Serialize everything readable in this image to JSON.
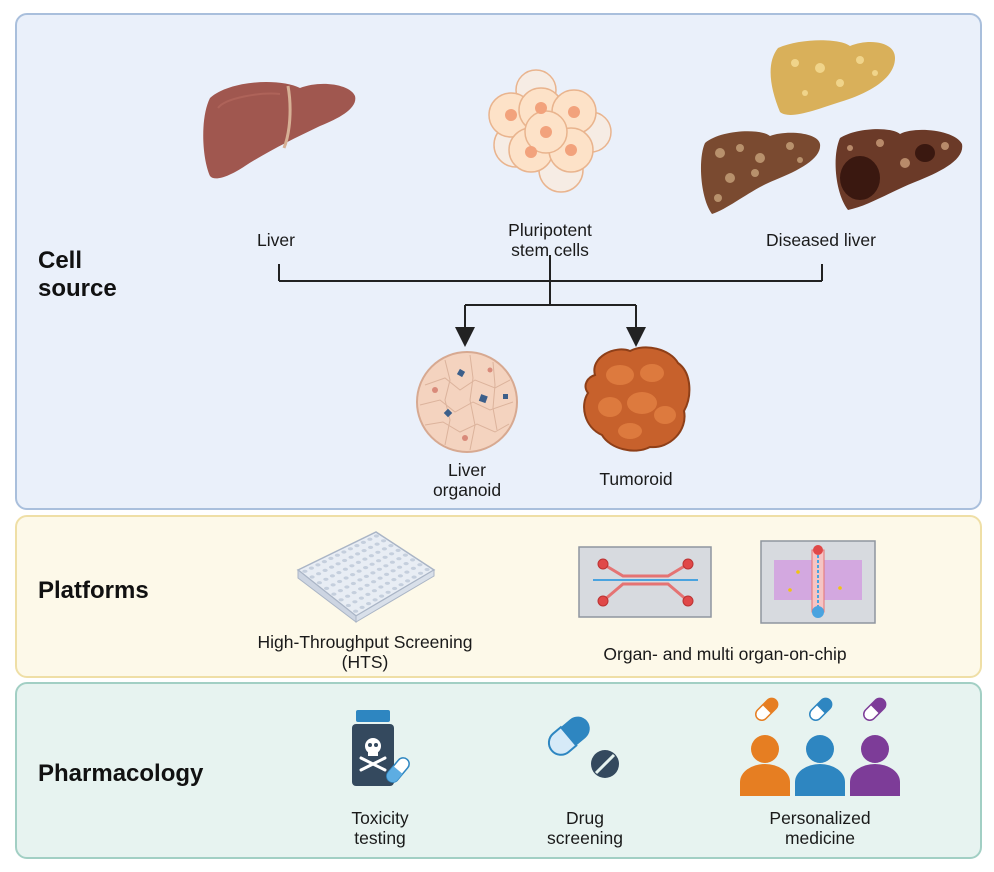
{
  "sections": {
    "cell_source": {
      "heading": "Cell source",
      "heading_lines": [
        "Cell",
        "source"
      ],
      "items": {
        "liver": "Liver",
        "psc_line1": "Pluripotent",
        "psc_line2": "stem cells",
        "diseased": "Diseased liver"
      },
      "outputs": {
        "organoid_line1": "Liver",
        "organoid_line2": "organoid",
        "tumoroid": "Tumoroid"
      }
    },
    "platforms": {
      "heading": "Platforms",
      "hts_line1": "High-Throughput Screening",
      "hts_line2": "(HTS)",
      "chip": "Organ- and multi organ-on-chip"
    },
    "pharmacology": {
      "heading": "Pharmacology",
      "toxicity_line1": "Toxicity",
      "toxicity_line2": "testing",
      "drug_line1": "Drug",
      "drug_line2": "screening",
      "personalized_line1": "Personalized",
      "personalized_line2": "medicine"
    }
  },
  "colors": {
    "cell_source_panel": "#eaf0fa",
    "platforms_panel": "#fdf9e9",
    "pharmacology_panel": "#e7f3f0",
    "accent_blue": "#2e86c1",
    "accent_orange": "#e67e22",
    "accent_purple": "#7d3c98"
  },
  "icons": [
    "liver-icon",
    "stem-cells-icon",
    "diseased-liver-icon",
    "liver-organoid-icon",
    "tumoroid-icon",
    "well-plate-icon",
    "organ-on-chip-icon",
    "multi-organ-chip-icon",
    "toxic-bottle-icon",
    "capsule-pill-icon",
    "people-icon"
  ]
}
